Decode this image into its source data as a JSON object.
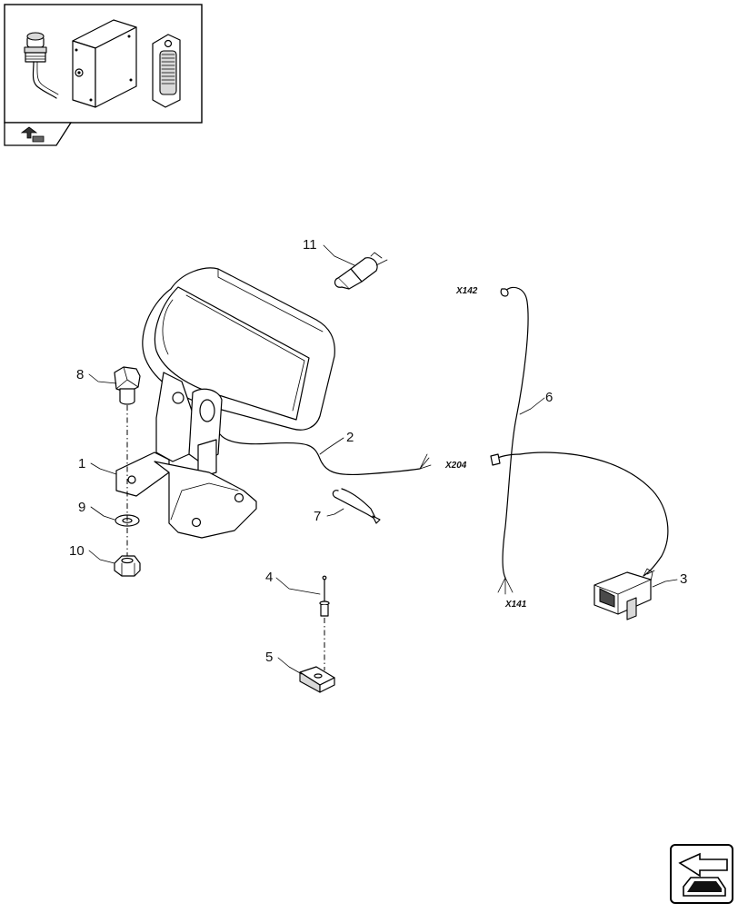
{
  "callouts": {
    "c1": "1",
    "c2": "2",
    "c3": "3",
    "c4": "4",
    "c5": "5",
    "c6": "6",
    "c7": "7",
    "c8": "8",
    "c9": "9",
    "c10": "10",
    "c11": "11"
  },
  "connectors": {
    "x142": "X142",
    "x204": "X204",
    "x141": "X141"
  },
  "icons": {
    "inset_panel": "thumbnail-of-electrical-components",
    "footer_nav": "next-page-arrow-icon",
    "inset_nav": "previous-page-arrow-icon"
  }
}
